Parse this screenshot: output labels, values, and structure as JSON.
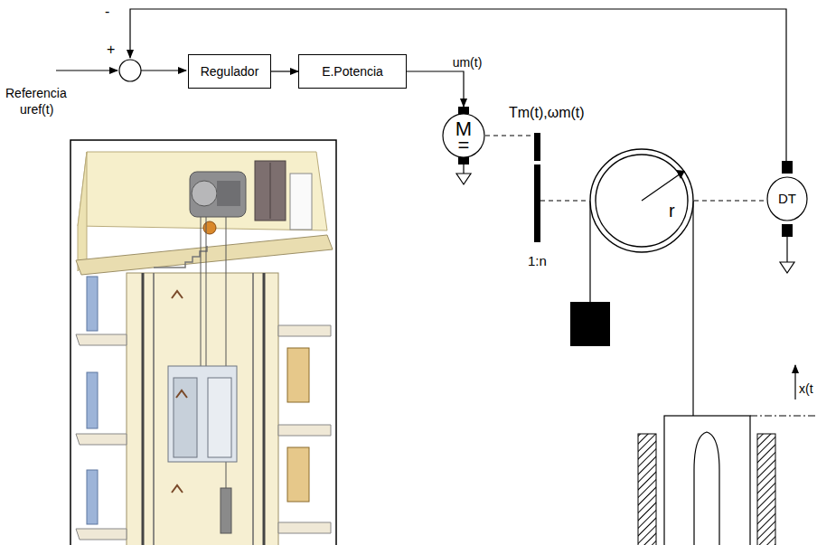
{
  "diagram": {
    "nodes": [
      {
        "text": [
          "Regulador"
        ]
      },
      {
        "text": [
          "E.Potencia"
        ]
      },
      {
        "text": [
          "M",
          "="
        ]
      },
      {
        "text": [
          "r"
        ]
      },
      {
        "text": [
          "DT"
        ]
      }
    ],
    "edges": [
      {
        "from": 0,
        "to": 1,
        "arrow": "to"
      },
      {
        "from": 1,
        "to": 2,
        "label": "um(t)",
        "arrow": "to"
      },
      {
        "from": 3,
        "to": 4,
        "arrow": "none"
      }
    ],
    "labels": [
      "-",
      "+",
      "Referencia",
      "uref(t)",
      "Tm(t),ωm(t)",
      "1:n",
      "x(t"
    ]
  }
}
